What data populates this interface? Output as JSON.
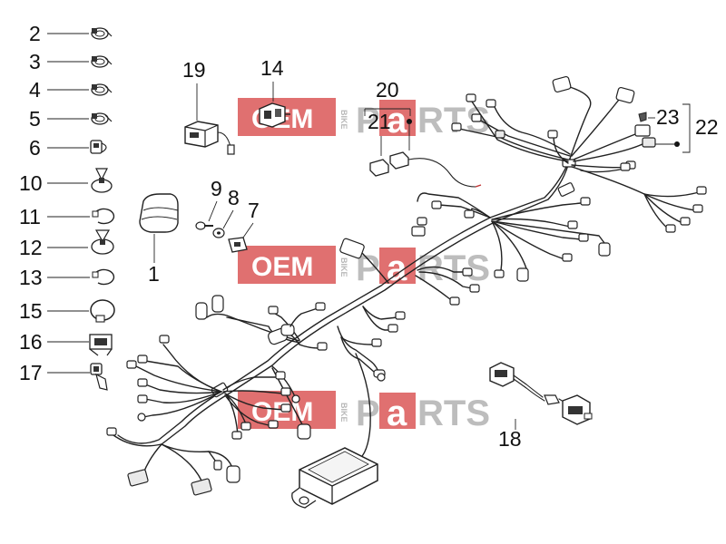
{
  "watermark": {
    "brand": "OEM",
    "side": "BIKE",
    "parts_p": "P",
    "parts_a": "a",
    "parts_rts": "RTS",
    "color_red": "#e07070",
    "color_grey": "#bdbdbd"
  },
  "parts": {
    "p1": "1",
    "p2": "2",
    "p3": "3",
    "p4": "4",
    "p5": "5",
    "p6": "6",
    "p7": "7",
    "p8": "8",
    "p9": "9",
    "p10": "10",
    "p11": "11",
    "p12": "12",
    "p13": "13",
    "p14": "14",
    "p15": "15",
    "p16": "16",
    "p17": "17",
    "p18": "18",
    "p19": "19",
    "p20": "20",
    "p21": "21",
    "p22": "22",
    "p23": "23"
  },
  "icons": [
    "hose-clamp-icon",
    "cable-clip-icon",
    "cable-tie-icon",
    "connector-icon",
    "relay-icon",
    "ecu-box-icon",
    "adapter-cable-icon"
  ]
}
